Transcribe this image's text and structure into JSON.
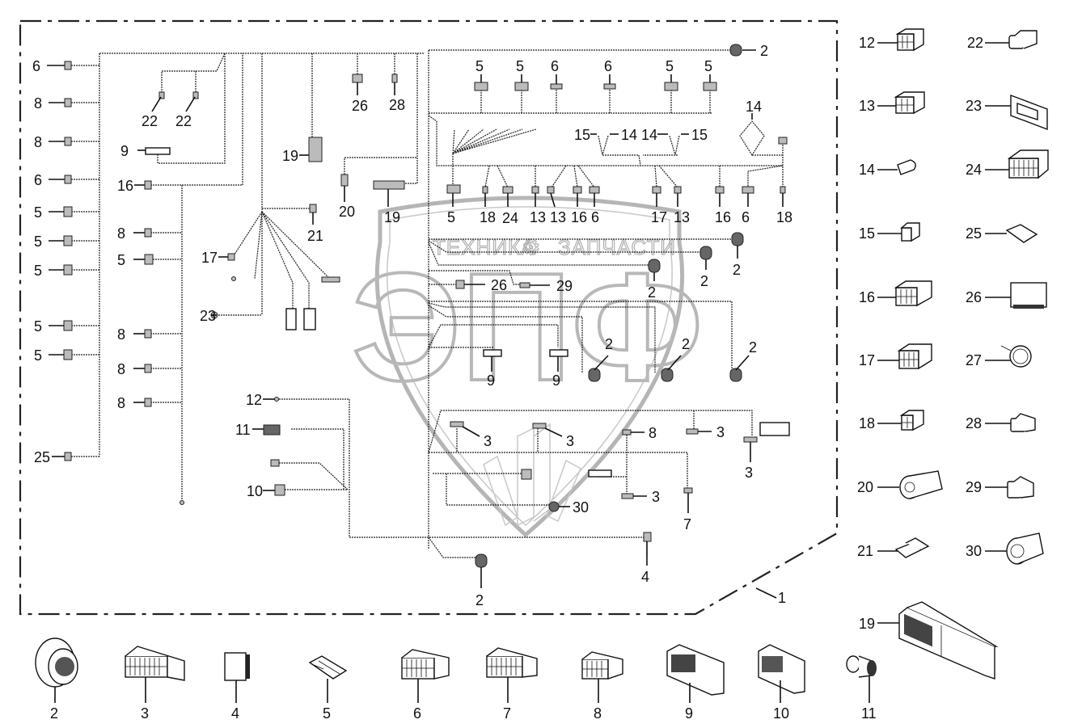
{
  "watermark": {
    "brand_text": "ТЕХНИКА",
    "gear_glyph": "⚙",
    "parts_text": "ЗАПЧАСТИ",
    "logo_letters": "ЭПФ"
  },
  "assembly": {
    "harness_label": "1"
  },
  "diagram_callouts": {
    "left_column": [
      "6",
      "8",
      "8",
      "6",
      "5",
      "5",
      "5",
      "5",
      "5",
      "25"
    ],
    "second_column": [
      "16",
      "8",
      "5",
      "8",
      "8",
      "8"
    ],
    "top_left": [
      "22",
      "22",
      "9",
      "26",
      "28",
      "19",
      "20",
      "19",
      "21",
      "17",
      "23"
    ],
    "top_right_row": [
      "5",
      "5",
      "6",
      "6",
      "5",
      "5",
      "2"
    ],
    "mid_right_row": [
      "15",
      "14",
      "14",
      "15",
      "14"
    ],
    "bottom_right_row": [
      "5",
      "18",
      "24",
      "13",
      "13",
      "16",
      "6",
      "17",
      "13",
      "16",
      "6",
      "18"
    ],
    "center_block": [
      "2",
      "2",
      "2",
      "26",
      "29",
      "2",
      "2",
      "2",
      "9",
      "9"
    ],
    "lower_left": [
      "12",
      "11",
      "10"
    ],
    "lower_center": [
      "3",
      "3",
      "8",
      "3",
      "3",
      "3",
      "7",
      "30",
      "4",
      "2"
    ]
  },
  "parts_catalog_right": [
    {
      "id": "12",
      "icon": "connector-6pin-icon"
    },
    {
      "id": "22",
      "icon": "connector-2pin-icon"
    },
    {
      "id": "13",
      "icon": "connector-6pin-icon"
    },
    {
      "id": "23",
      "icon": "dsub-connector-icon"
    },
    {
      "id": "14",
      "icon": "terminal-sleeve-icon"
    },
    {
      "id": "24",
      "icon": "connector-12pin-icon"
    },
    {
      "id": "15",
      "icon": "terminal-housing-icon"
    },
    {
      "id": "25",
      "icon": "connector-4pin-icon"
    },
    {
      "id": "16",
      "icon": "connector-8pin-icon"
    },
    {
      "id": "26",
      "icon": "clip-housing-icon"
    },
    {
      "id": "17",
      "icon": "connector-8pin-icon"
    },
    {
      "id": "27",
      "icon": "round-sensor-icon"
    },
    {
      "id": "18",
      "icon": "connector-4pin-icon"
    },
    {
      "id": "28",
      "icon": "connector-2pin-icon"
    },
    {
      "id": "20",
      "icon": "circular-connector-icon"
    },
    {
      "id": "29",
      "icon": "connector-2pin-icon"
    },
    {
      "id": "21",
      "icon": "weatherpack-connector-icon"
    },
    {
      "id": "30",
      "icon": "round-plug-icon"
    },
    {
      "id": "19",
      "icon": "ecu-connector-icon"
    }
  ],
  "parts_catalog_bottom": [
    {
      "id": "2",
      "icon": "circular-bulkhead-connector-icon"
    },
    {
      "id": "3",
      "icon": "connector-24pin-icon"
    },
    {
      "id": "4",
      "icon": "clip-housing-icon"
    },
    {
      "id": "5",
      "icon": "connector-small-icon"
    },
    {
      "id": "6",
      "icon": "connector-16pin-icon"
    },
    {
      "id": "7",
      "icon": "connector-20pin-icon"
    },
    {
      "id": "8",
      "icon": "connector-12pin-icon"
    },
    {
      "id": "9",
      "icon": "ecu-connector-icon"
    },
    {
      "id": "10",
      "icon": "ecu-connector-icon"
    },
    {
      "id": "11",
      "icon": "capped-plug-icon"
    }
  ]
}
